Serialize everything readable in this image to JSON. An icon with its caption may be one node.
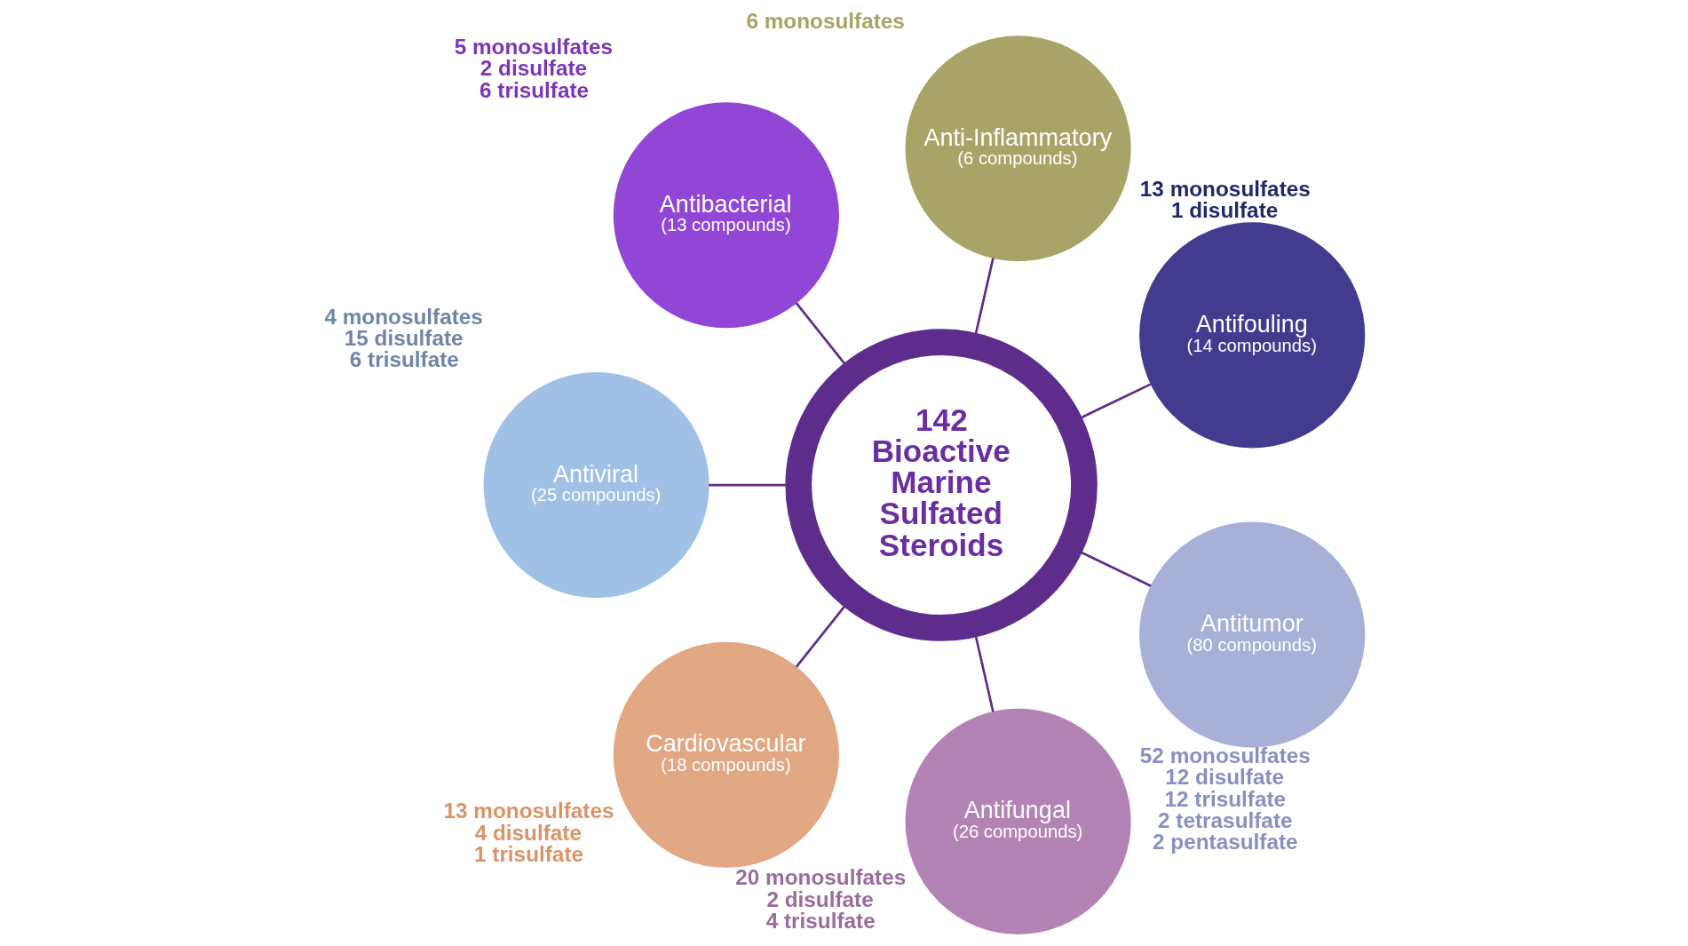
{
  "diagram": {
    "nodes": [
      {
        "text": [
          "Antifouling",
          "(14 compounds)"
        ],
        "beside": [
          "13 monosulfates",
          "1 disulfate"
        ]
      },
      {
        "text": [
          "Anti-Inflammatory",
          "(6 compounds)"
        ],
        "beside": [
          "6 monosulfates"
        ]
      },
      {
        "text": [
          "Antibacterial",
          "(13 compounds)"
        ],
        "beside": [
          "5 monosulfates",
          "2 disulfate",
          "6 trisulfate"
        ]
      },
      {
        "text": [
          "Antiviral",
          "(25 compounds)"
        ],
        "beside": [
          "4 monosulfates",
          "15 disulfate",
          "6 trisulfate"
        ]
      },
      {
        "text": [
          "Cardiovascular",
          "(18 compounds)"
        ],
        "beside": [
          "13 monosulfates",
          "4 disulfate",
          "1 trisulfate"
        ]
      },
      {
        "text": [
          "142 Bioactive Marine Sulfated Steroids"
        ]
      },
      {
        "text": [
          "Antifungal",
          "(26 compounds)"
        ],
        "beside": [
          "20 monosulfates",
          "2 disulfate",
          "4 trisulfate"
        ]
      },
      {
        "text": [
          "Antitumor",
          "(80 compounds)"
        ],
        "beside": [
          "52 monosulfates",
          "12 disulfate",
          "12 trisulfate",
          "2 tetrasulfate",
          "2 pentasulfate"
        ]
      }
    ],
    "edges": [
      {
        "from": 5,
        "to": 0,
        "arrow": "none"
      },
      {
        "from": 5,
        "to": 1,
        "arrow": "none"
      },
      {
        "from": 5,
        "to": 2,
        "arrow": "none"
      },
      {
        "from": 5,
        "to": 3,
        "arrow": "none"
      },
      {
        "from": 5,
        "to": 4,
        "arrow": "none"
      },
      {
        "from": 5,
        "to": 6,
        "arrow": "none"
      },
      {
        "from": 5,
        "to": 7,
        "arrow": "none"
      }
    ]
  }
}
